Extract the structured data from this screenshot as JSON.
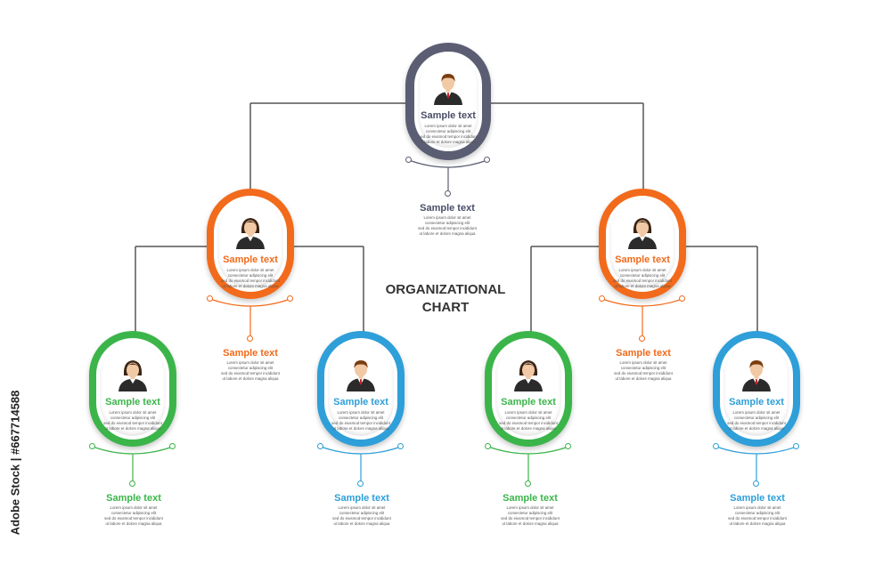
{
  "heading": {
    "line1": "ORGANIZATIONAL",
    "line2": "CHART"
  },
  "watermark": "Adobe Stock | #667714588",
  "body_text": "Lorem ipsum dolor sit amet\nconsectetur adipiscing elit\nsed do eiusmod tempor incididunt\nut labore et dolore magna aliqua",
  "colors": {
    "gray": "#5b5e73",
    "orange": "#f26a1b",
    "green": "#3bb54a",
    "blue": "#2e9fd8",
    "line": "#555555"
  },
  "nodes": [
    {
      "id": "top",
      "title": "Sample text",
      "color": "gray",
      "avatar": "man"
    },
    {
      "id": "mid-left",
      "title": "Sample text",
      "color": "orange",
      "avatar": "woman"
    },
    {
      "id": "mid-right",
      "title": "Sample text",
      "color": "orange",
      "avatar": "woman"
    },
    {
      "id": "bottom-1",
      "title": "Sample text",
      "color": "green",
      "avatar": "woman"
    },
    {
      "id": "bottom-2",
      "title": "Sample text",
      "color": "blue",
      "avatar": "man"
    },
    {
      "id": "bottom-3",
      "title": "Sample text",
      "color": "green",
      "avatar": "woman"
    },
    {
      "id": "bottom-4",
      "title": "Sample text",
      "color": "blue",
      "avatar": "man"
    }
  ],
  "labels": [
    {
      "id": "top",
      "title": "Sample text",
      "color": "gray"
    },
    {
      "id": "mid-left",
      "title": "Sample text",
      "color": "orange"
    },
    {
      "id": "mid-right",
      "title": "Sample text",
      "color": "orange"
    },
    {
      "id": "bottom-1",
      "title": "Sample text",
      "color": "green"
    },
    {
      "id": "bottom-2",
      "title": "Sample text",
      "color": "blue"
    },
    {
      "id": "bottom-3",
      "title": "Sample text",
      "color": "green"
    },
    {
      "id": "bottom-4",
      "title": "Sample text",
      "color": "blue"
    }
  ]
}
